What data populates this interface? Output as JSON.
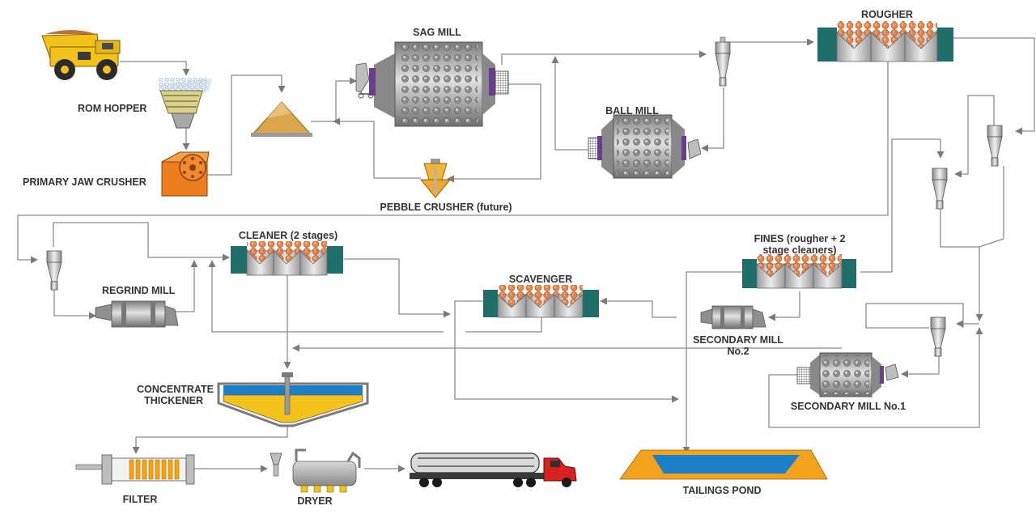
{
  "labels": {
    "rom_hopper": "ROM HOPPER",
    "primary_jaw_crusher": "PRIMARY JAW CRUSHER",
    "sag_mill": "SAG MILL",
    "pebble_crusher": "PEBBLE CRUSHER (future)",
    "ball_mill": "BALL MILL",
    "rougher": "ROUGHER",
    "cleaner": "CLEANER (2 stages)",
    "regrind_mill": "REGRIND MILL",
    "scavenger": "SCAVENGER",
    "fines_line1": "FINES (rougher + 2",
    "fines_line2": "stage cleaners)",
    "secondary_mill_2_line1": "SECONDARY MILL",
    "secondary_mill_2_line2": "No.2",
    "secondary_mill_1": "SECONDARY MILL No.1",
    "concentrate_thickener_line1": "CONCENTRATE",
    "concentrate_thickener_line2": "THICKENER",
    "filter": "FILTER",
    "dryer": "DRYER",
    "tailings_pond": "TAILINGS POND"
  },
  "colors": {
    "flow_line": "#8a8a8a",
    "label_text": "#333333",
    "cell_teal": "#1e6e6a",
    "ore_orange": "#e9864a",
    "mill_grey": "#a7a7a7",
    "mill_purple": "#6a3d8f",
    "water_blue": "#1c80c8",
    "concentrate_yellow": "#f3c21d",
    "pond_orange": "#f3a21e",
    "truck_red": "#d9211f",
    "haul_truck_yellow": "#f2c21a",
    "crusher_orange": "#ee7d1e"
  }
}
